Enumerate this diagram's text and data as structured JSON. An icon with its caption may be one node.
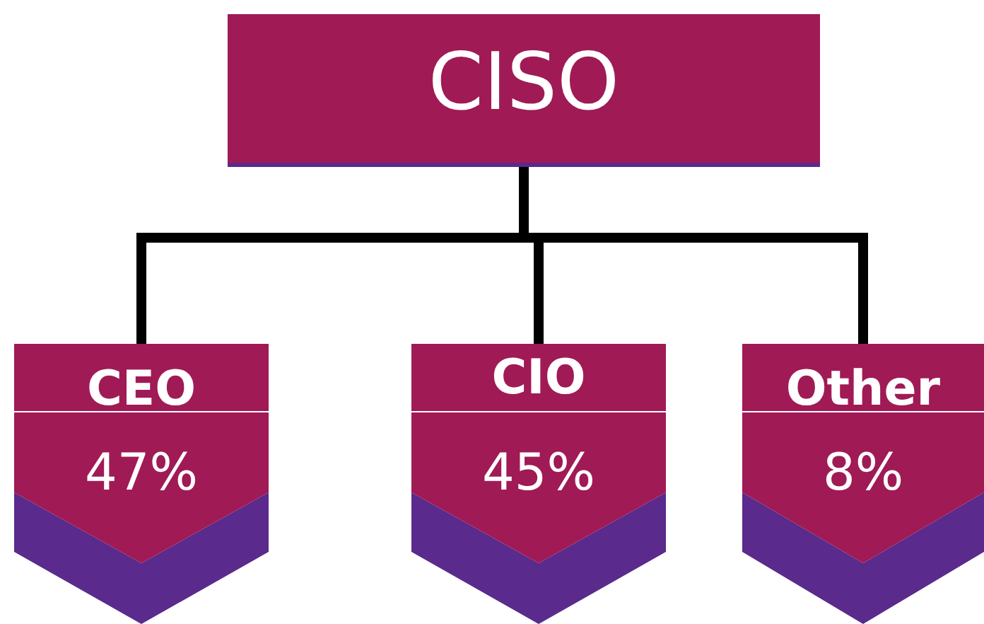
{
  "diagram": {
    "nodes": [
      {
        "text": [
          "CISO"
        ]
      },
      {
        "text": [
          "CEO",
          "47%"
        ]
      },
      {
        "text": [
          "CIO",
          "45%"
        ]
      },
      {
        "text": [
          "Other",
          "8%"
        ]
      }
    ],
    "edges": [
      {
        "from": 0,
        "to": 1,
        "arrow": "none"
      },
      {
        "from": 0,
        "to": 2,
        "arrow": "none"
      },
      {
        "from": 0,
        "to": 3,
        "arrow": "none"
      }
    ]
  }
}
